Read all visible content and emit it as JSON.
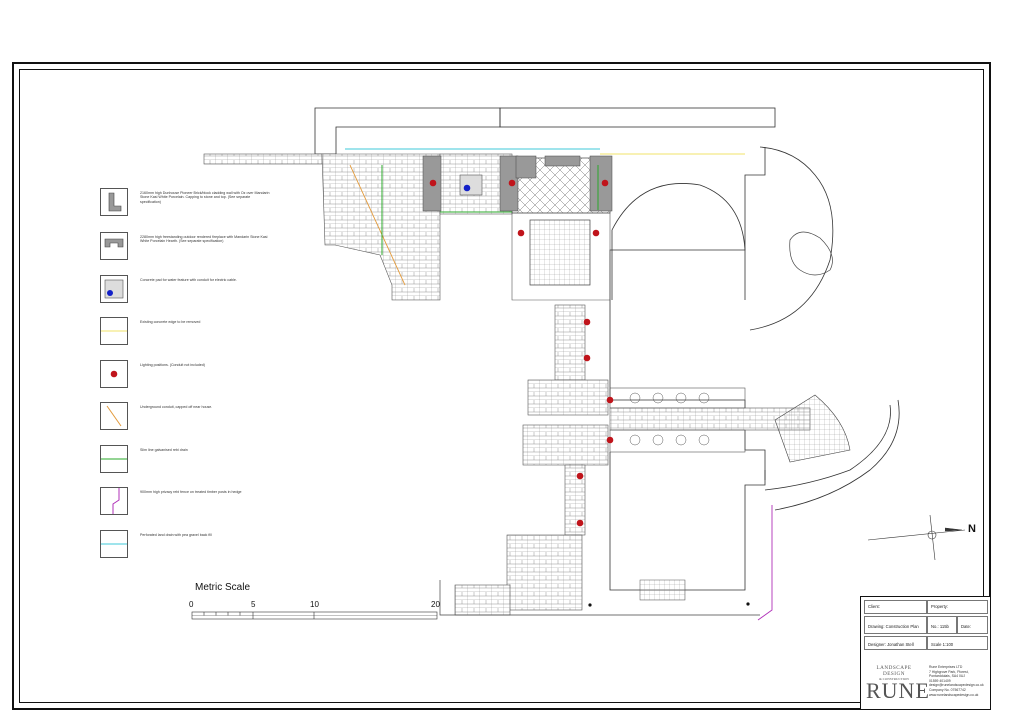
{
  "legend": {
    "items": [
      {
        "icon": "wall-icon",
        "text": "2160mm high Dunhouse Pioneer Brick/block cladding wall with Oz over Mandarin Stone Kasi White Porcelain. Capping to stone and top. (See separate specification)"
      },
      {
        "icon": "fireplace-icon",
        "text": "2280mm high freestanding outdoor rendered fireplace with Mandarin Stone Kasi White Porcelain Hearth. (See separate specification)"
      },
      {
        "icon": "water-feature-icon",
        "text": "Concrete pad for water feature with conduit for electric cable."
      },
      {
        "icon": "yellow-line-icon",
        "text": "Existing concrete edge to be removed"
      },
      {
        "icon": "lighting-dot-icon",
        "text": "Lighting positions. (Conduit not included)"
      },
      {
        "icon": "orange-line-icon",
        "text": "Underground conduit, capped off near house."
      },
      {
        "icon": "green-line-icon",
        "text": "Slim line galvanised rebi drain"
      },
      {
        "icon": "purple-line-icon",
        "text": "900mm high privacy rebi fence on treated timber posts in hedge"
      },
      {
        "icon": "cyan-line-icon",
        "text": "Perforated land drain with pea gravel back fill"
      }
    ]
  },
  "scale": {
    "title": "Metric Scale",
    "labels": [
      "0",
      "5",
      "10",
      "20"
    ]
  },
  "north_label": "N",
  "title_block": {
    "client": "Client:",
    "property": "Property:",
    "drawing": "Drawing: Construction Plan",
    "number": "No.: 115b",
    "date": "Date:",
    "designer": "Designer: Jonathan Stell",
    "scale": "Scale 1:100",
    "logo_line1": "LANDSCAPE DESIGN",
    "logo_line2": "& CONSTRUCTION",
    "logo_line3": "RUNE",
    "company": "Rune Enterprises LTD",
    "address": "7 Highgrove Park, Fforest, Pontarddulais, SA4 0UJ",
    "phone": "01559 401409",
    "email": "design@runelandscapedesign.co.uk",
    "company_no": "Company No. 07567742",
    "web": "www.runelandscapedesign.co.uk"
  },
  "colors": {
    "lighting": "#c0141b",
    "water_feature": "#1320c8",
    "existing_edge": "#f2e36a",
    "conduit": "#e39a3a",
    "drain": "#2aa82a",
    "fence": "#b030b8",
    "land_drain": "#3fc8d8",
    "wall": "#999999"
  }
}
